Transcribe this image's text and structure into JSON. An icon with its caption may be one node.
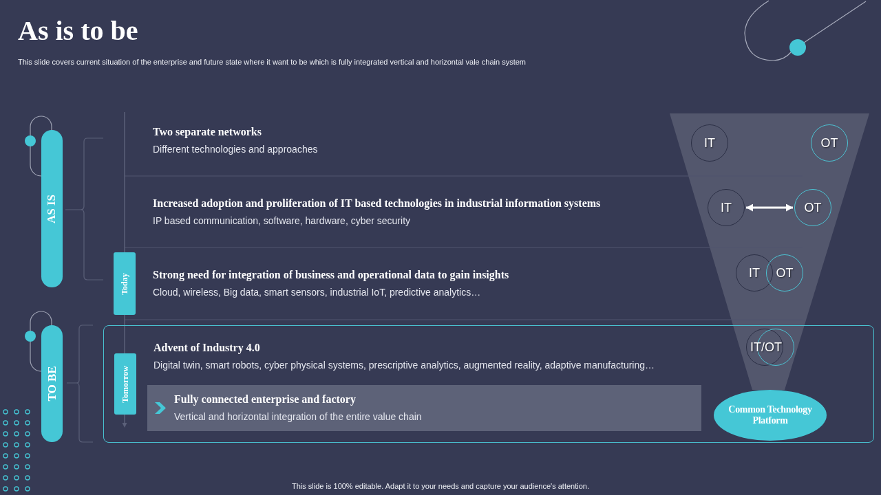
{
  "diagram": {
    "title": "As is to be",
    "nodes": [
      {
        "text": [
          "AS IS"
        ]
      },
      {
        "text": [
          "TO BE"
        ]
      },
      {
        "text": [
          "Today"
        ]
      },
      {
        "text": [
          "Two separate networks",
          "Different technologies and approaches"
        ]
      },
      {
        "text": [
          "Increased adoption and proliferation of IT based technologies in industrial information systems",
          "IP based communication, software, hardware, cyber security"
        ]
      },
      {
        "text": [
          "Strong need for integration of business and operational data to gain insights",
          "Cloud, wireless, Big data, smart sensors, industrial IoT, predictive analytics…"
        ]
      },
      {
        "text": [],
        "shape": "box"
      },
      {
        "text": [
          "Tomorrow"
        ],
        "in": 6
      },
      {
        "text": [
          "Advent of Industry 4.0",
          "Digital twin, smart robots, cyber physical systems, prescriptive analytics, augmented reality, adaptive manufacturing…"
        ],
        "in": 6
      },
      {
        "text": [
          "Fully connected enterprise and factory",
          "Vertical and horizontal integration of the entire value chain"
        ],
        "in": 6
      },
      {
        "text": [
          "IT"
        ]
      },
      {
        "text": [
          "OT"
        ]
      },
      {
        "text": [
          "IT"
        ]
      },
      {
        "text": [
          "OT"
        ]
      },
      {
        "text": [
          "IT"
        ]
      },
      {
        "text": [
          "OT"
        ]
      },
      {
        "text": [
          "IT/OT"
        ],
        "in": 6
      },
      {
        "text": [
          "Common Technology Platform"
        ],
        "in": 6
      }
    ],
    "edges": [
      {
        "from": 12,
        "to": 13,
        "arrow": "both"
      }
    ],
    "labels": [
      "This slide covers current situation of the enterprise and future state where it want to be which is fully integrated vertical and horizontal vale chain system",
      "This slide is 100% editable. Adapt it to your needs and capture your audience's attention."
    ]
  }
}
